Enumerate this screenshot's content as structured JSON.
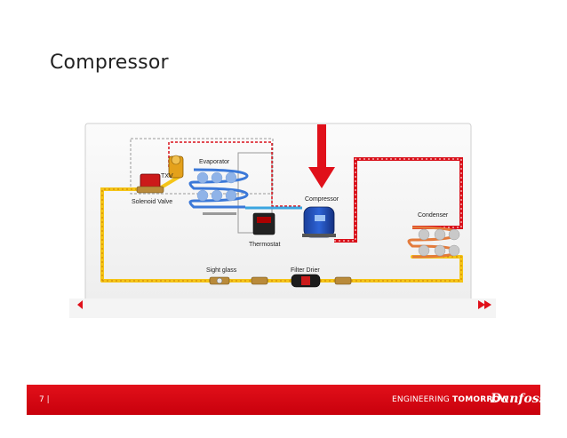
{
  "slide": {
    "title": "Compressor"
  },
  "diagram": {
    "labels": {
      "evaporator": "Evaporator",
      "txv": "TXV",
      "solenoid_valve": "Solenoid Valve",
      "compressor": "Compressor",
      "condenser": "Condenser",
      "thermostat": "Thermostat",
      "sight_glass": "Sight glass",
      "filter_drier": "Filter Drier"
    },
    "colors": {
      "liquid_line": "#f5c518",
      "discharge_line": "#d9101a",
      "suction_line": "#3aa5e0",
      "pointer_arrow": "#e0101a",
      "nav_arrow": "#e0101a"
    },
    "icons": {
      "back": "rewind-arrow-icon",
      "next": "fast-forward-arrow-icon"
    }
  },
  "footer": {
    "page": "7 |",
    "tagline_prefix": "ENGINEERING ",
    "tagline_bold": "TOMORROW",
    "brand": "Danfoss",
    "color": "#e2101a"
  }
}
